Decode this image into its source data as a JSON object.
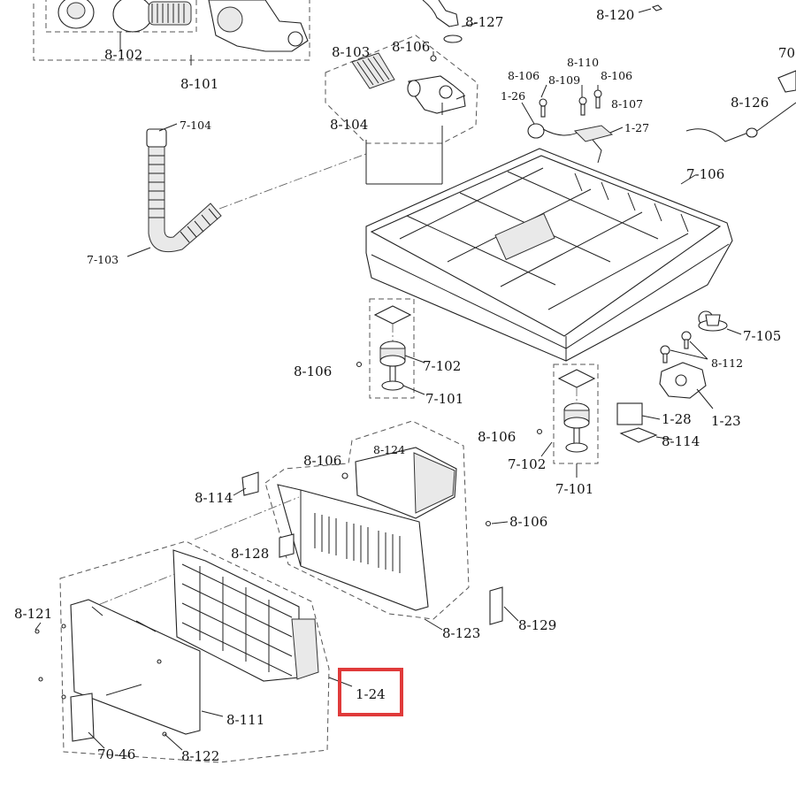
{
  "diagram": {
    "labels": {
      "l8_102": "8-102",
      "l8_101": "8-101",
      "l8_127": "8-127",
      "l8_120": "8-120",
      "l8_103": "8-103",
      "l8_106_top": "8-106",
      "l8_104": "8-104",
      "l7_104": "7-104",
      "l7_103": "7-103",
      "l8_106_a": "8-106",
      "l8_109": "8-109",
      "l8_110": "8-110",
      "l8_106_b": "8-106",
      "l1_26": "1-26",
      "l8_107": "8-107",
      "l1_27": "1-27",
      "l70": "70",
      "l8_126": "8-126",
      "l7_106": "7-106",
      "l7_105": "7-105",
      "l8_112": "8-112",
      "l8_106_left": "8-106",
      "l7_102_a": "7-102",
      "l7_101_a": "7-101",
      "l1_28": "1-28",
      "l1_23": "1-23",
      "l8_114_r": "8-114",
      "l8_106_mid": "8-106",
      "l7_102_b": "7-102",
      "l7_101_b": "7-101",
      "l8_124": "8-124",
      "l8_106_c": "8-106",
      "l8_114_l": "8-114",
      "l8_106_d": "8-106",
      "l8_128": "8-128",
      "l8_121": "8-121",
      "l8_123": "8-123",
      "l8_129": "8-129",
      "l1_24": "1-24",
      "l8_111": "8-111",
      "l70_46": "70-46",
      "l8_122": "8-122"
    },
    "highlight_color": "#e03a3a"
  }
}
